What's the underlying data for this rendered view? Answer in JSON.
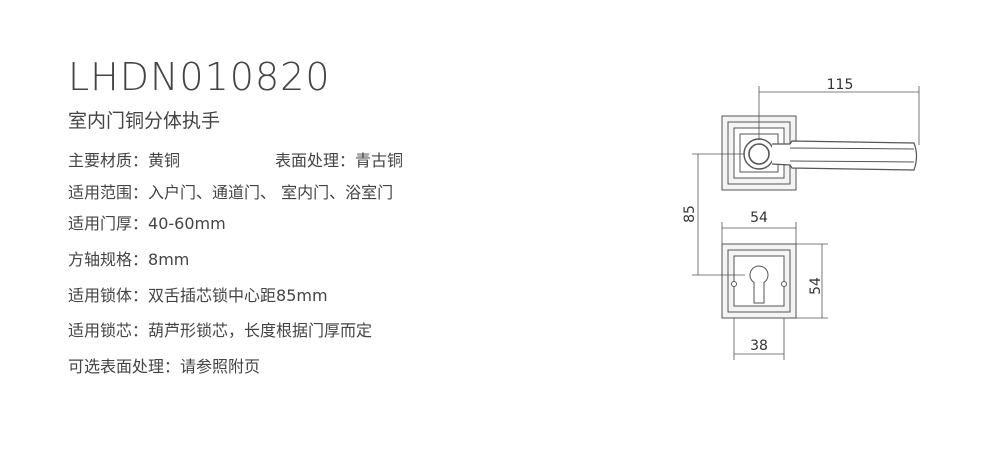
{
  "model": "LHDN010820",
  "subtitle": "室内门铜分体执手",
  "specs": [
    {
      "label": "主要材质：",
      "value": "黄铜"
    },
    {
      "label": "适用范围：",
      "value": "入户门、通道门、 室内门、浴室门"
    },
    {
      "label": "适用门厚：",
      "value": "40-60mm"
    },
    {
      "label": "方轴规格：",
      "value": "8mm"
    },
    {
      "label": "适用锁体：",
      "value": "双舌插芯锁中心距85mm"
    },
    {
      "label": "适用锁芯：",
      "value": "葫芦形锁芯，长度根据门厚而定"
    },
    {
      "label": "可选表面处理：",
      "value": "请参照附页"
    }
  ],
  "finish": {
    "label": "表面处理：",
    "value": "青古铜"
  },
  "drawing": {
    "dim_handle_length": "115",
    "dim_center_distance": "85",
    "dim_plate_width": "54",
    "dim_plate_height": "54",
    "dim_hole_spacing": "38"
  }
}
